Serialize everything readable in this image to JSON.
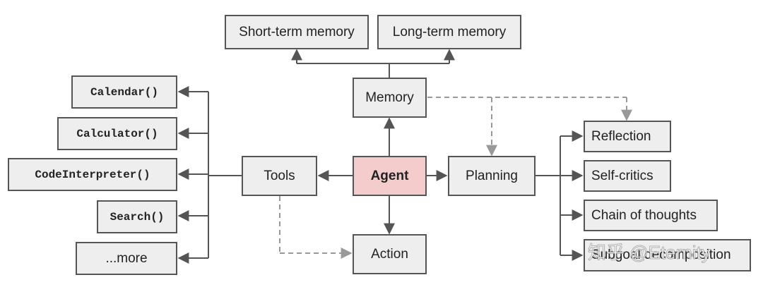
{
  "nodes": {
    "short_term_memory": "Short-term memory",
    "long_term_memory": "Long-term memory",
    "memory": "Memory",
    "agent": "Agent",
    "tools": "Tools",
    "planning": "Planning",
    "action": "Action",
    "calendar": "Calendar()",
    "calculator": "Calculator()",
    "code_interpreter": "CodeInterpreter()",
    "search": "Search()",
    "more": "...more",
    "reflection": "Reflection",
    "self_critics": "Self-critics",
    "chain_of_thoughts": "Chain of thoughts",
    "subgoal_decomposition": "Subgoal decomposition"
  },
  "watermark": "知乎 @Eternity",
  "colors": {
    "box_fill": "#eeeeee",
    "agent_fill": "#f4cccc",
    "border": "#555555",
    "dashed_arrow": "#999999"
  }
}
